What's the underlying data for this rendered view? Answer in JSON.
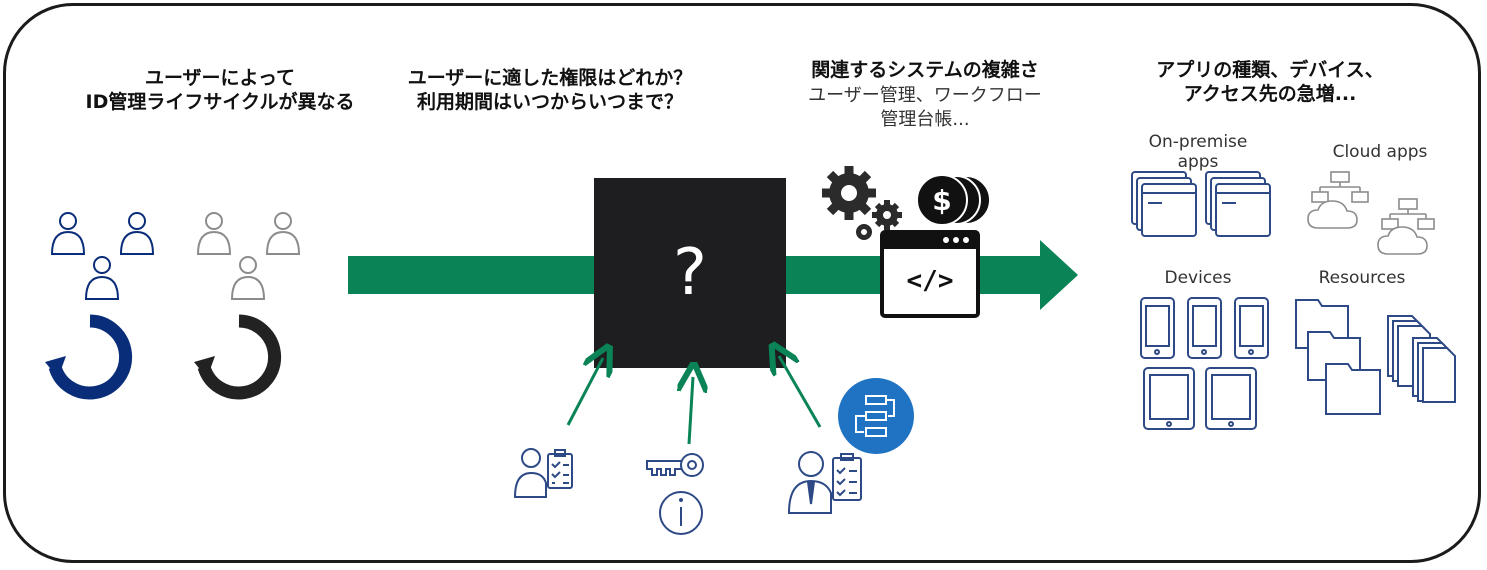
{
  "col1": {
    "line1": "ユーザーによって",
    "line2": "ID管理ライフサイクルが異なる"
  },
  "col2": {
    "line1": "ユーザーに適した権限はどれか？",
    "line2": "利用期間はいつからいつまで？"
  },
  "col3": {
    "title": "関連するシステムの複雑さ",
    "sub1": "ユーザー管理、ワークフロー",
    "sub2": "管理台帳..."
  },
  "col4": {
    "line1": "アプリの種類、デバイス、",
    "line2": "アクセス先の急増..."
  },
  "center": {
    "question": "?"
  },
  "groups": {
    "onprem_line1": "On-premise",
    "onprem_line2": "apps",
    "cloud": "Cloud apps",
    "devices": "Devices",
    "resources": "Resources"
  },
  "colors": {
    "navy": "#0a2d7a",
    "gray": "#8c8c8c",
    "green": "#0a8456",
    "dark": "#1e1e20",
    "blue_badge": "#1f73c2",
    "outline_blue": "#2e4a86"
  },
  "icons": [
    "user-group-icon",
    "cycle-arrow-icon",
    "gear-icon",
    "coin-stack-icon",
    "code-window-icon",
    "user-checklist-icon",
    "key-icon",
    "info-icon",
    "workflow-icon",
    "employee-checklist-icon",
    "app-window-icon",
    "cloud-network-icon",
    "phone-icon",
    "tablet-icon",
    "folder-icon",
    "document-stack-icon"
  ]
}
